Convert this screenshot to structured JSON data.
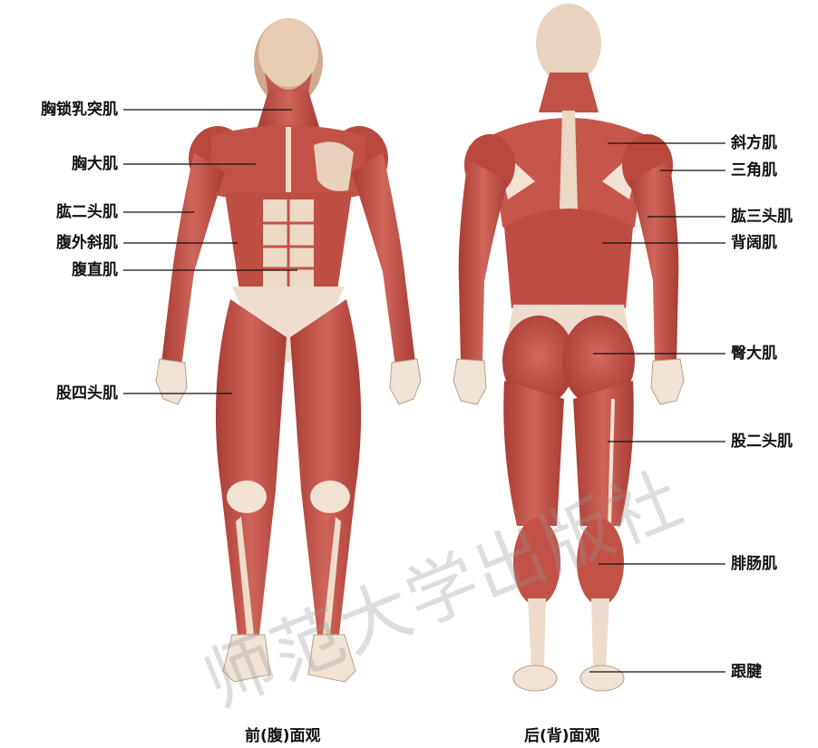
{
  "figure": {
    "captions": {
      "front": "前(腹)面观",
      "back": "后(背)面观"
    },
    "watermark": "师范大学出版社",
    "colors": {
      "muscle": "#c8574a",
      "muscle_dark": "#a93d33",
      "tendon": "#f3e4d6",
      "skin_head": "#e3c4a8",
      "leader_line": "#111111"
    },
    "labels_front": [
      {
        "id": "sternocleidomastoid",
        "text": "胸锁乳突肌"
      },
      {
        "id": "pectoralis",
        "text": "胸大肌"
      },
      {
        "id": "biceps",
        "text": "肱二头肌"
      },
      {
        "id": "external-oblique",
        "text": "腹外斜肌"
      },
      {
        "id": "rectus-abdominis",
        "text": "腹直肌"
      },
      {
        "id": "quadriceps",
        "text": "股四头肌"
      }
    ],
    "labels_back": [
      {
        "id": "trapezius",
        "text": "斜方肌"
      },
      {
        "id": "deltoid",
        "text": "三角肌"
      },
      {
        "id": "triceps",
        "text": "肱三头肌"
      },
      {
        "id": "latissimus",
        "text": "背阔肌"
      },
      {
        "id": "gluteus",
        "text": "臀大肌"
      },
      {
        "id": "biceps-femoris",
        "text": "股二头肌"
      },
      {
        "id": "gastrocnemius",
        "text": "腓肠肌"
      },
      {
        "id": "achilles",
        "text": "跟腱"
      }
    ]
  }
}
